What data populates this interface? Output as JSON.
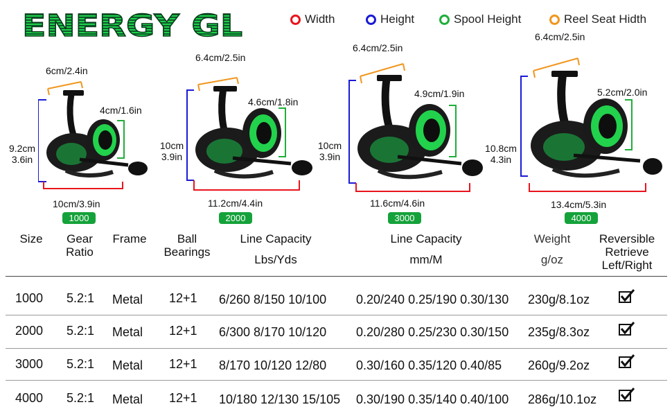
{
  "brand": {
    "title": "ENERGY GL"
  },
  "legend": [
    {
      "label": "Width",
      "color": "#e8141c",
      "icon": "red-circle-icon"
    },
    {
      "label": "Height",
      "color": "#1a1ad6",
      "icon": "blue-circle-icon"
    },
    {
      "label": "Spool Height",
      "color": "#1fae3a",
      "icon": "green-circle-icon"
    },
    {
      "label": "Reel Seat Hidth",
      "color": "#f0961e",
      "icon": "orange-circle-icon"
    }
  ],
  "reels": [
    {
      "size": "1000",
      "seat": "6cm/2.4in",
      "spool": "4cm/1.6in",
      "height_cm": "9.2cm",
      "height_in": "3.6in",
      "width": "10cm/3.9in"
    },
    {
      "size": "2000",
      "seat": "6.4cm/2.5in",
      "spool": "4.6cm/1.8in",
      "height_cm": "10cm",
      "height_in": "3.9in",
      "width": "11.2cm/4.4in"
    },
    {
      "size": "3000",
      "seat": "6.4cm/2.5in",
      "spool": "4.9cm/1.9in",
      "height_cm": "10cm",
      "height_in": "3.9in",
      "width": "11.6cm/4.6in"
    },
    {
      "size": "4000",
      "seat": "6.4cm/2.5in",
      "spool": "5.2cm/2.0in",
      "height_cm": "10.8cm",
      "height_in": "4.3in",
      "width": "13.4cm/5.3in"
    }
  ],
  "table": {
    "headers": {
      "size": "Size",
      "gear_1": "Gear",
      "gear_2": "Ratio",
      "frame": "Frame",
      "ball_1": "Ball",
      "ball_2": "Bearings",
      "lc_lbs_1": "Line Capacity",
      "lc_lbs_2": "Lbs/Yds",
      "lc_mm_1": "Line Capacity",
      "lc_mm_2": "mm/M",
      "weight_1": "Weight",
      "weight_2": "g/oz",
      "rev_1": "Reversible",
      "rev_2": "Retrieve",
      "rev_3": "Left/Right"
    },
    "rows": [
      {
        "size": "1000",
        "gear": "5.2:1",
        "frame": "Metal",
        "bearings": "12+1",
        "lbs": "6/260 8/150 10/100",
        "mm": "0.20/240 0.25/190 0.30/130",
        "weight": "230g/8.1oz",
        "reversible": "check-icon"
      },
      {
        "size": "2000",
        "gear": "5.2:1",
        "frame": "Metal",
        "bearings": "12+1",
        "lbs": "6/300 8/170 10/120",
        "mm": "0.20/280 0.25/230 0.30/150",
        "weight": "235g/8.3oz",
        "reversible": "check-icon"
      },
      {
        "size": "3000",
        "gear": "5.2:1",
        "frame": "Metal",
        "bearings": "12+1",
        "lbs": "8/170 10/120 12/80",
        "mm": "0.30/160 0.35/120 0.40/85",
        "weight": "260g/9.2oz",
        "reversible": "check-icon"
      },
      {
        "size": "4000",
        "gear": "5.2:1",
        "frame": "Metal",
        "bearings": "12+1",
        "lbs": "10/180 12/130 15/105",
        "mm": "0.30/190 0.35/140 0.40/100",
        "weight": "286g/10.1oz",
        "reversible": "check-icon"
      }
    ]
  }
}
